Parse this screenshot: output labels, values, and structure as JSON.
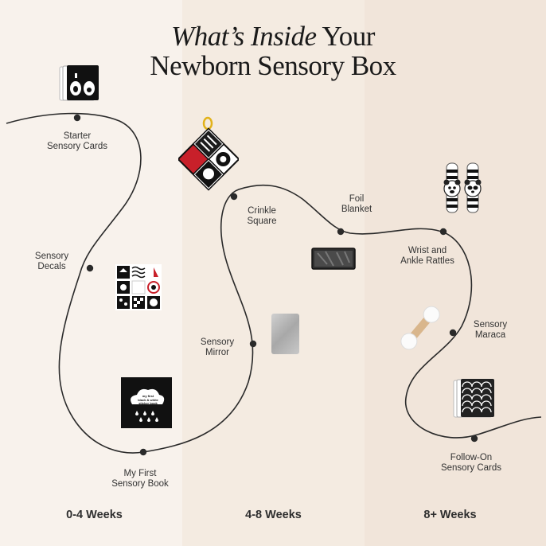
{
  "title": {
    "italic": "What’s Inside",
    "rest": "Your",
    "line2": "Newborn Sensory Box"
  },
  "items": [
    {
      "label1": "Starter",
      "label2": "Sensory Cards"
    },
    {
      "label1": "Sensory",
      "label2": "Decals"
    },
    {
      "label1": "My First",
      "label2": "Sensory Book"
    },
    {
      "label1": "Sensory",
      "label2": "Mirror"
    },
    {
      "label1": "Crinkle",
      "label2": "Square"
    },
    {
      "label1": "Foil",
      "label2": "Blanket"
    },
    {
      "label1": "Wrist and",
      "label2": "Ankle Rattles"
    },
    {
      "label1": "Sensory",
      "label2": "Maraca"
    },
    {
      "label1": "Follow-On",
      "label2": "Sensory Cards"
    }
  ],
  "book_cover_text": [
    "my first",
    "black & white",
    "sticker book"
  ],
  "columns": [
    "0-4 Weeks",
    "4-8 Weeks",
    "8+ Weeks"
  ],
  "colors": {
    "col1": "#f8f2ec",
    "col2": "#f4ebe1",
    "col3": "#f1e5da",
    "line": "#2a2a2a",
    "accent": "#c8202a"
  }
}
